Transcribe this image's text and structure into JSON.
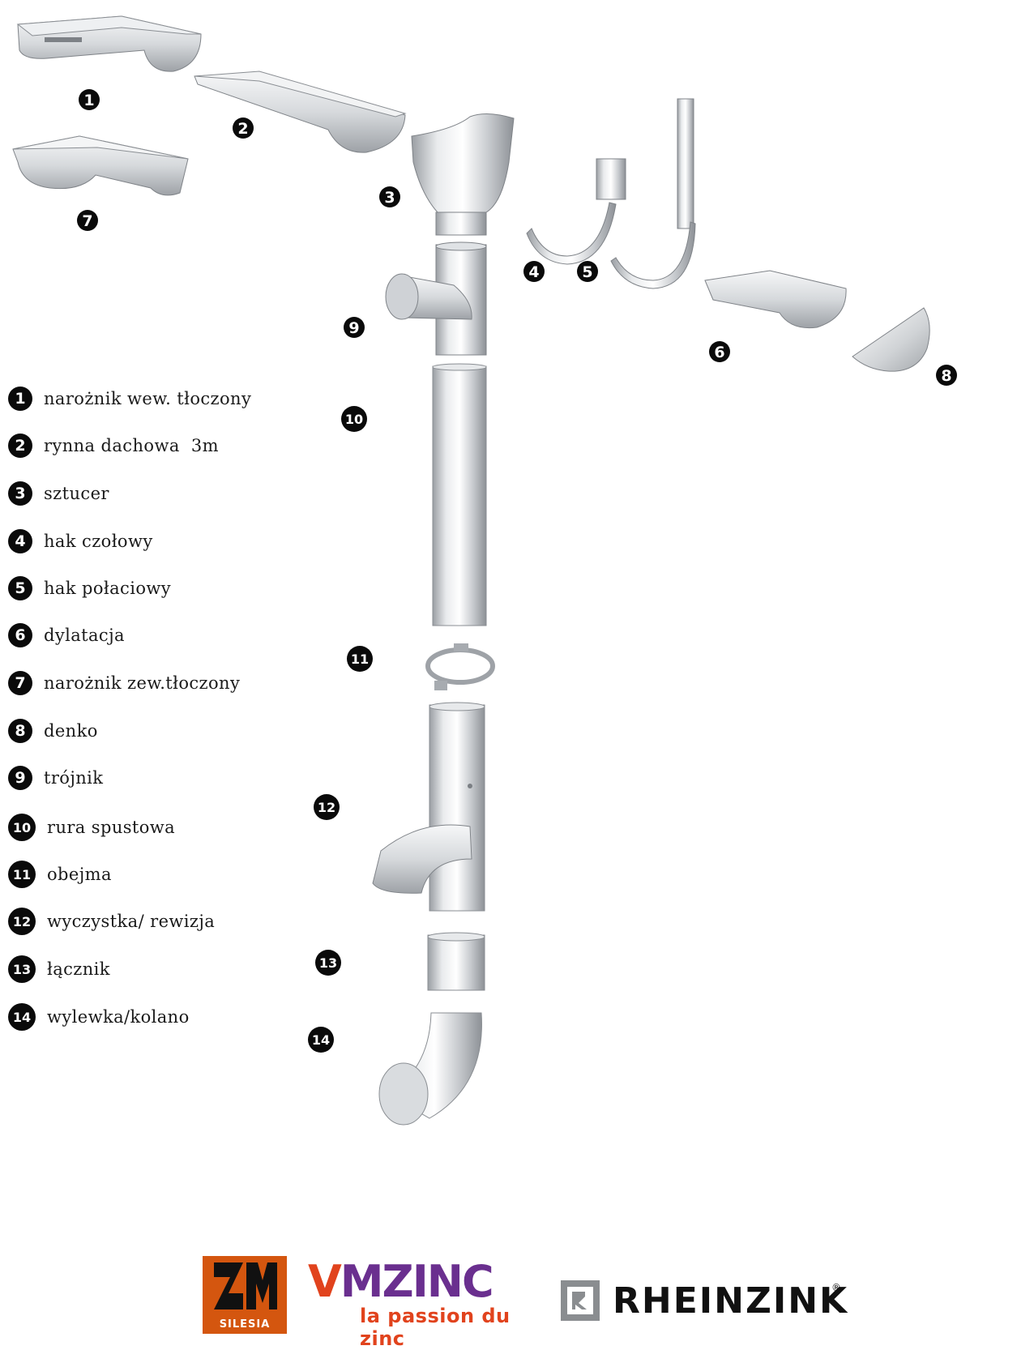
{
  "callouts": [
    {
      "num": "1"
    },
    {
      "num": "2"
    },
    {
      "num": "3"
    },
    {
      "num": "4"
    },
    {
      "num": "5"
    },
    {
      "num": "6"
    },
    {
      "num": "7"
    },
    {
      "num": "8"
    },
    {
      "num": "9"
    },
    {
      "num": "10"
    },
    {
      "num": "11"
    },
    {
      "num": "12"
    },
    {
      "num": "13"
    },
    {
      "num": "14"
    }
  ],
  "legend": [
    {
      "num": "1",
      "label": "narożnik wew. tłoczony"
    },
    {
      "num": "2",
      "label": "rynna dachowa  3m"
    },
    {
      "num": "3",
      "label": "sztucer"
    },
    {
      "num": "4",
      "label": "hak czołowy"
    },
    {
      "num": "5",
      "label": "hak połaciowy"
    },
    {
      "num": "6",
      "label": "dylatacja"
    },
    {
      "num": "7",
      "label": "narożnik zew.tłoczony"
    },
    {
      "num": "8",
      "label": "denko"
    },
    {
      "num": "9",
      "label": "trójnik"
    },
    {
      "num": "10",
      "label": "rura spustowa"
    },
    {
      "num": "11",
      "label": "obejma"
    },
    {
      "num": "12",
      "label": "wyczystka/ rewizja"
    },
    {
      "num": "13",
      "label": "łącznik"
    },
    {
      "num": "14",
      "label": "wylewka/kolano"
    }
  ],
  "logos": {
    "zm": {
      "word": "SILESIA",
      "color": "#d4560f"
    },
    "vmzinc": {
      "v": "V",
      "rest": "MZINC",
      "tagline": "la passion du zinc",
      "color_primary": "#e1431d",
      "color_secondary": "#6a2f8f"
    },
    "rheinzink": {
      "word": "RHEINZINK",
      "reg": "®"
    }
  },
  "colors": {
    "metal_light": "#f3f4f5",
    "metal_mid": "#c9ccd0",
    "metal_dark": "#8d9196",
    "badge": "#0a0a0a"
  }
}
